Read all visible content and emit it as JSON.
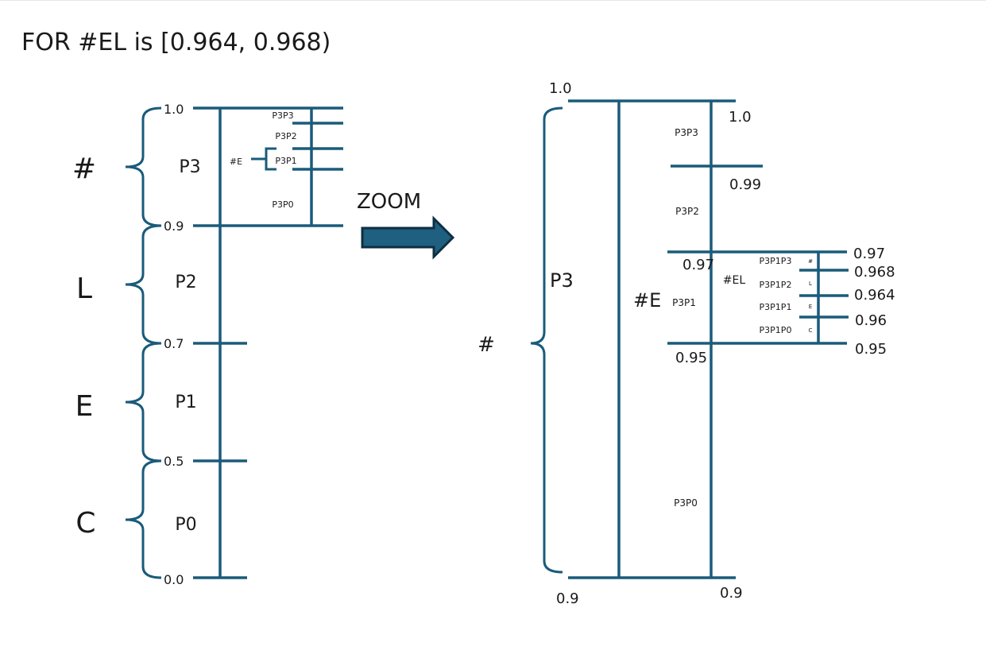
{
  "title": "FOR #EL is [0.964, 0.968)",
  "colors": {
    "line": "#1a5b7a",
    "arrow_fill": "#1f5f80",
    "arrow_stroke": "#0e2f42",
    "text": "#1a1a1a"
  },
  "left": {
    "symbols": [
      "#",
      "L",
      "E",
      "C"
    ],
    "parts": [
      "P3",
      "P2",
      "P1",
      "P0"
    ],
    "ticks": [
      "1.0",
      "0.9",
      "0.7",
      "0.5",
      "0.0"
    ],
    "sub_parts": [
      "P3P3",
      "P3P2",
      "P3P1",
      "P3P0"
    ],
    "bracket_label": "#E"
  },
  "arrow_label": "ZOOM",
  "right": {
    "outer_top_label": "1.0",
    "outer_bottom_label": "0.9",
    "inner_bottom_label": "0.9",
    "symbol": "#",
    "part": "P3",
    "sub_symbol": "#E",
    "sub_parts": [
      "P3P3",
      "P3P2",
      "P3P1",
      "P3P0"
    ],
    "sub_ticks": [
      "1.0",
      "0.99",
      "0.97",
      "0.95"
    ],
    "el_label": "#EL",
    "sub_sub_parts": [
      "P3P1P3",
      "P3P1P2",
      "P3P1P1",
      "P3P1P0"
    ],
    "sub_sub_symbols": [
      "#",
      "L",
      "E",
      "C"
    ],
    "sub_sub_ticks": [
      "0.97",
      "0.968",
      "0.964",
      "0.96",
      "0.95"
    ]
  }
}
